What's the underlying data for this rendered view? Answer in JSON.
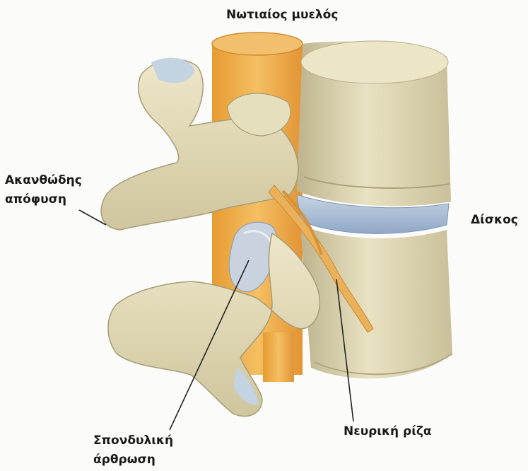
{
  "labels": {
    "spinal_cord": "Νωτιαίος μυελός",
    "spinous_line1": "Ακανθώδης",
    "spinous_line2": "απόφυση",
    "disc": "Δίσκος",
    "nerve_root": "Νευρική ρίζα",
    "facet_line1": "Σπονδυλική",
    "facet_line2": "άρθρωση"
  },
  "colors": {
    "bone": "#e9e2c2",
    "bone_shadow": "#b5ad87",
    "cartilage": "#bfcfdf",
    "disc": "#9fb5cf",
    "spinal_cord": "#f0aa45",
    "nerve": "#eab05a",
    "text": "#1a1a1a"
  }
}
